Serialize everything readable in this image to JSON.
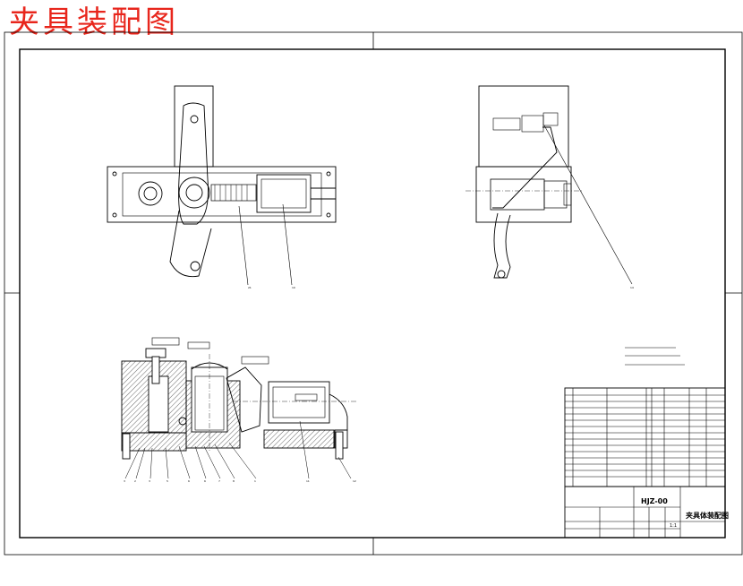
{
  "page_title": "夹具装配图",
  "title_block": {
    "drawing_number": "HJZ-00",
    "drawing_name": "夹具体装配图",
    "scale": "1:1"
  }
}
